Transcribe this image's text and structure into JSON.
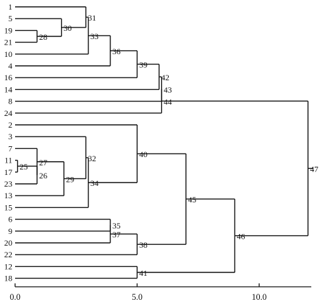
{
  "dendrogram": {
    "leaves": [
      {
        "id": 1,
        "label": "1"
      },
      {
        "id": 5,
        "label": "5"
      },
      {
        "id": 19,
        "label": "19"
      },
      {
        "id": 21,
        "label": "21"
      },
      {
        "id": 10,
        "label": "10"
      },
      {
        "id": 4,
        "label": "4"
      },
      {
        "id": 16,
        "label": "16"
      },
      {
        "id": 14,
        "label": "14"
      },
      {
        "id": 8,
        "label": "8"
      },
      {
        "id": 24,
        "label": "24"
      },
      {
        "id": 2,
        "label": "2"
      },
      {
        "id": 3,
        "label": "3"
      },
      {
        "id": 7,
        "label": "7"
      },
      {
        "id": 11,
        "label": "11"
      },
      {
        "id": 17,
        "label": "17"
      },
      {
        "id": 23,
        "label": "23"
      },
      {
        "id": 13,
        "label": "13"
      },
      {
        "id": 15,
        "label": "15"
      },
      {
        "id": 6,
        "label": "6"
      },
      {
        "id": 9,
        "label": "9"
      },
      {
        "id": 20,
        "label": "20"
      },
      {
        "id": 22,
        "label": "22"
      },
      {
        "id": 12,
        "label": "12"
      },
      {
        "id": 18,
        "label": "18"
      }
    ],
    "merges": [
      {
        "id": 25,
        "label": "25",
        "children": [
          11,
          17
        ],
        "height": 0.1
      },
      {
        "id": 26,
        "label": "26",
        "children": [
          25,
          23
        ],
        "height": 0.9
      },
      {
        "id": 27,
        "label": "27",
        "children": [
          7,
          26
        ],
        "height": 0.9
      },
      {
        "id": 28,
        "label": "28",
        "children": [
          19,
          21
        ],
        "height": 0.9
      },
      {
        "id": 29,
        "label": "29",
        "children": [
          27,
          13
        ],
        "height": 2.0
      },
      {
        "id": 30,
        "label": "30",
        "children": [
          5,
          28
        ],
        "height": 1.9
      },
      {
        "id": 31,
        "label": "31",
        "children": [
          1,
          30
        ],
        "height": 2.9
      },
      {
        "id": 32,
        "label": "32",
        "children": [
          3,
          29
        ],
        "height": 2.9
      },
      {
        "id": 33,
        "label": "33",
        "children": [
          31,
          10
        ],
        "height": 3.0
      },
      {
        "id": 34,
        "label": "34",
        "children": [
          32,
          15
        ],
        "height": 3.0
      },
      {
        "id": 35,
        "label": "35",
        "children": [
          6,
          9
        ],
        "height": 3.9
      },
      {
        "id": 36,
        "label": "36",
        "children": [
          33,
          4
        ],
        "height": 3.9
      },
      {
        "id": 37,
        "label": "37",
        "children": [
          35,
          20
        ],
        "height": 3.9
      },
      {
        "id": 38,
        "label": "38",
        "children": [
          37,
          22
        ],
        "height": 5.0
      },
      {
        "id": 39,
        "label": "39",
        "children": [
          36,
          16
        ],
        "height": 5.0
      },
      {
        "id": 40,
        "label": "40",
        "children": [
          2,
          34
        ],
        "height": 5.0
      },
      {
        "id": 41,
        "label": "41",
        "children": [
          12,
          18
        ],
        "height": 5.0
      },
      {
        "id": 42,
        "label": "42",
        "children": [
          39,
          14
        ],
        "height": 5.9
      },
      {
        "id": 43,
        "label": "43",
        "children": [
          42,
          8
        ],
        "height": 6.0
      },
      {
        "id": 44,
        "label": "44",
        "children": [
          43,
          24
        ],
        "height": 6.0
      },
      {
        "id": 45,
        "label": "45",
        "children": [
          40,
          38
        ],
        "height": 7.0
      },
      {
        "id": 46,
        "label": "46",
        "children": [
          45,
          41
        ],
        "height": 9.0
      },
      {
        "id": 47,
        "label": "47",
        "children": [
          44,
          46
        ],
        "height": 12.0
      }
    ]
  },
  "axis": {
    "ticks": [
      {
        "value": 0,
        "label": "0.0"
      },
      {
        "value": 5,
        "label": "5.0"
      },
      {
        "value": 10,
        "label": "10.0"
      }
    ]
  }
}
